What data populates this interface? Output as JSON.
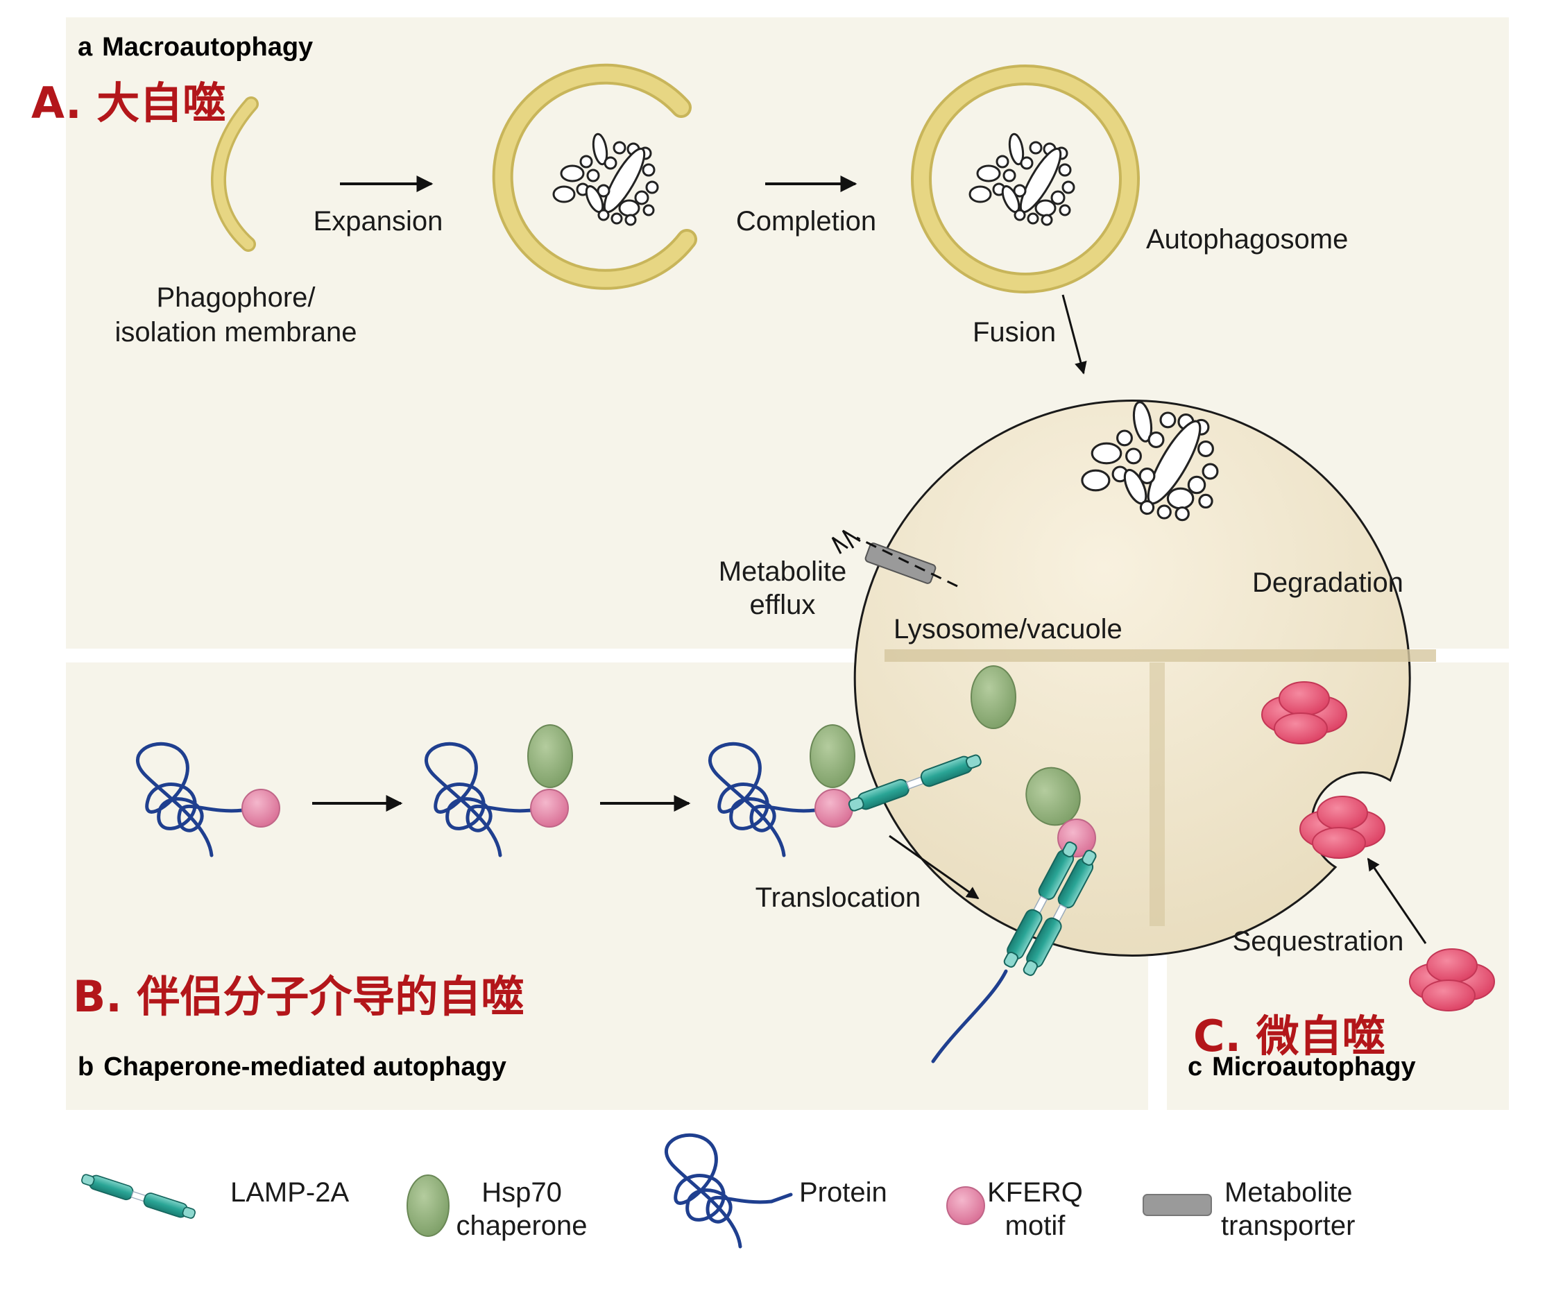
{
  "panels": {
    "a": {
      "letter": "a",
      "title": "Macroautophagy",
      "cn_label": "A. 大自噬"
    },
    "b": {
      "letter": "b",
      "title": "Chaperone-mediated autophagy",
      "cn_label": "B. 伴侣分子介导的自噬"
    },
    "c": {
      "letter": "c",
      "title": "Microautophagy",
      "cn_label": "C. 微自噬"
    }
  },
  "labels": {
    "phagophore_line1": "Phagophore/",
    "phagophore_line2": "isolation membrane",
    "expansion": "Expansion",
    "completion": "Completion",
    "autophagosome": "Autophagosome",
    "fusion": "Fusion",
    "degradation": "Degradation",
    "metabolite_efflux_line1": "Metabolite",
    "metabolite_efflux_line2": "efflux",
    "lysosome": "Lysosome/vacuole",
    "translocation": "Translocation",
    "sequestration": "Sequestration"
  },
  "legend": {
    "lamp2a": "LAMP-2A",
    "hsp70_line1": "Hsp70",
    "hsp70_line2": "chaperone",
    "protein": "Protein",
    "kferq_line1": "KFERQ",
    "kferq_line2": "motif",
    "transporter_line1": "Metabolite",
    "transporter_line2": "transporter"
  },
  "colors": {
    "panel_bg": "#f6f4ea",
    "membrane": "#e4d27a",
    "lysosome": "#efe5cd",
    "lamp": "#2aa596",
    "hsp70": "#8fb079",
    "kferq": "#e284a8",
    "protein": "#1f3f8f",
    "cargo": "#e8506e",
    "cn_label": "#b3161a"
  }
}
